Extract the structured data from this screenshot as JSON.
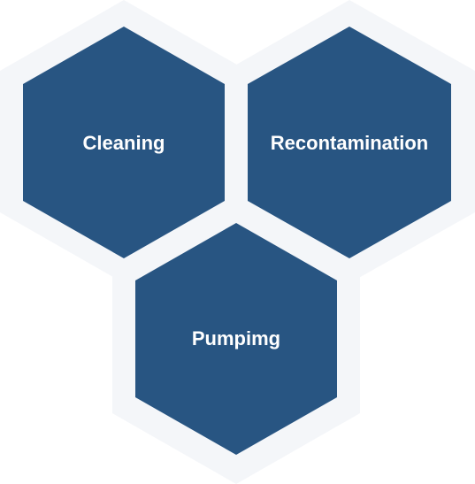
{
  "hexagons": [
    {
      "id": "cleaning",
      "label": "Cleaning"
    },
    {
      "id": "recontamination",
      "label": "Recontamination"
    },
    {
      "id": "pumping",
      "label": "Pumpimg"
    }
  ],
  "colors": {
    "hex_fill": "#285582",
    "halo": "#f4f6f9",
    "label": "#ffffff",
    "background": "#ffffff"
  }
}
